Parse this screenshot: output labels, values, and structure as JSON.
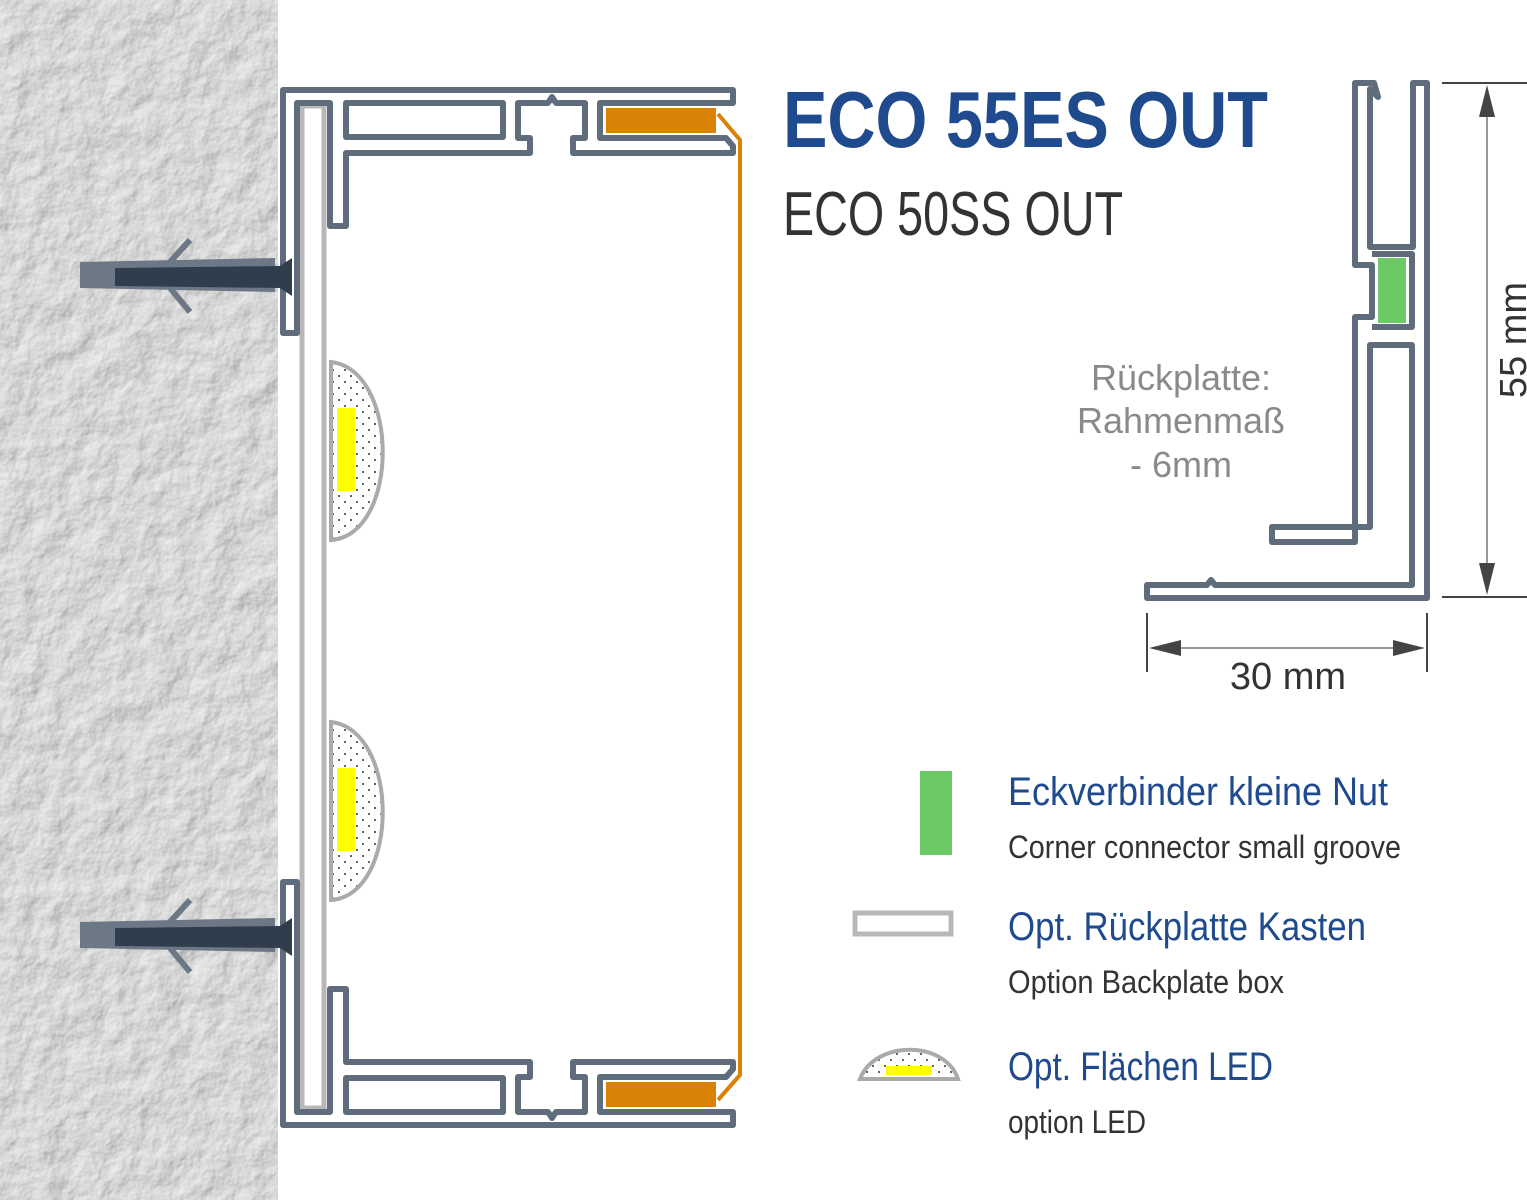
{
  "title": {
    "main": "ECO 55ES  OUT",
    "sub": "ECO 50SS OUT"
  },
  "backplate_note": {
    "line1": "Rückplatte:",
    "line2": "Rahmenmaß",
    "line3": "- 6mm"
  },
  "dimensions": {
    "height": "55 mm",
    "width": "30 mm"
  },
  "legend": [
    {
      "title": "Eckverbinder kleine Nut",
      "subtitle": "Corner connector small groove",
      "icon": "green-connector-icon"
    },
    {
      "title": "Opt. Rückplatte Kasten",
      "subtitle": "Option Backplate box",
      "icon": "backplate-icon"
    },
    {
      "title": "Opt. Flächen LED",
      "subtitle": "option LED",
      "icon": "led-icon"
    }
  ],
  "colors": {
    "title_blue": "#1f4b8e",
    "profile": "#5f6c7b",
    "orange": "#d98206",
    "green": "#6cc964",
    "led_yellow": "#ffff00"
  }
}
